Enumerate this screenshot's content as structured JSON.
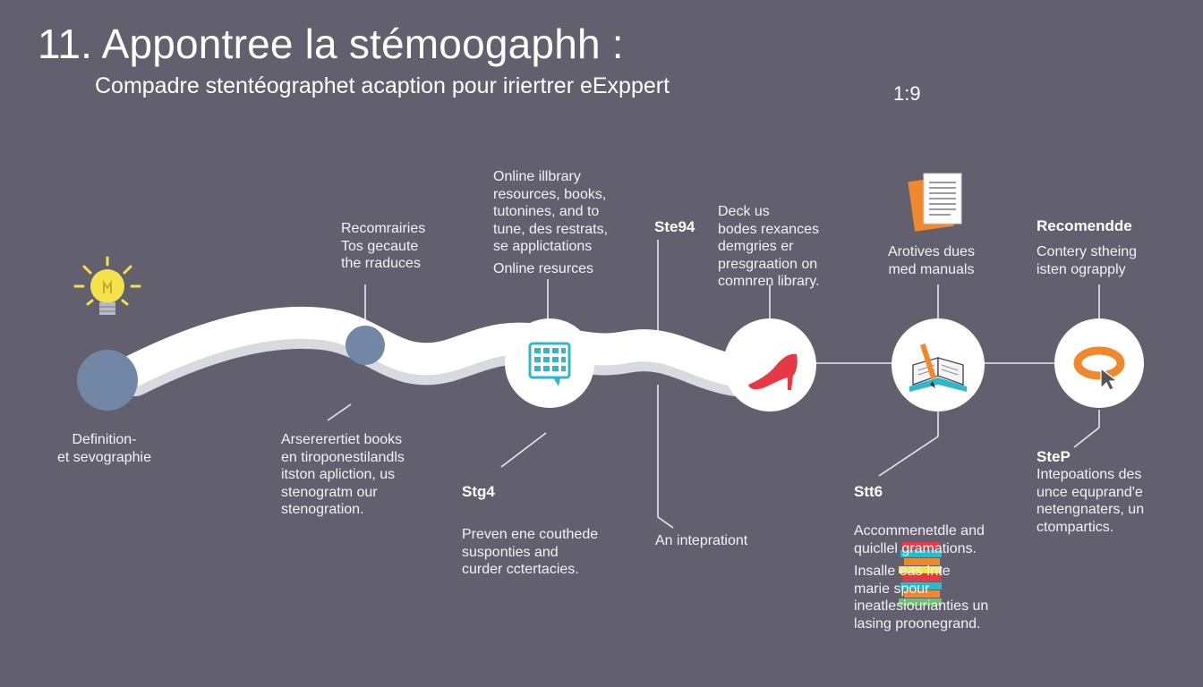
{
  "header": {
    "title": "11. Appontree la stémoogaphh :",
    "subtitle": "Compadre stentéographet acaption pour iriertrer eExppert",
    "ratio": "1:9"
  },
  "labels": {
    "definition": [
      "Definition-",
      "et sevographie"
    ],
    "recommend_top": [
      "Recomrairies",
      "",
      "Tos gecaute",
      "the rraduces"
    ],
    "recommend_bottom": [
      "Arsererertiet books",
      "en tiroponestilandls",
      "itston apliction, us",
      "stenogratm our",
      "stenogration."
    ],
    "online_top": [
      "Online illbrary",
      "resources, books,",
      "tutonines, and to",
      "tune, des restrats,",
      "se applictations"
    ],
    "online_resources": "Online resurces",
    "step_a": "Stg4",
    "preven": [
      "Preven ene couthede",
      "",
      "susponties and",
      "curder cctertacies."
    ],
    "step_b": "Ste94",
    "deck": [
      "Deck us",
      "bodes rexances",
      "demgries er",
      "presgraation on",
      "comnren library."
    ],
    "integration": "An inteprationt",
    "archives": [
      "Arotives dues",
      "med manuals"
    ],
    "step_c": "Stt6",
    "accomm": [
      "Accommenetdle and",
      "quicllel  gramations.",
      "Insalle       eas Inte",
      "marie         spour",
      "ineatlesiourianties un",
      "lasing proonegrand."
    ],
    "recommendde": "Recomendde",
    "contery": [
      "Contery stheing",
      "isten ograpply"
    ],
    "step_d": "SteP",
    "integ": [
      "Intepoations des",
      "unce equprand'e",
      "netengnaters, un",
      "ctompartics."
    ]
  },
  "icons": {
    "start": "lightbulb-icon",
    "node1": "dot-icon",
    "node2": "chat-grid-icon",
    "node3": "high-heel-icon",
    "node4": "open-book-pencil-icon",
    "node5": "ring-cursor-icon",
    "top_decor": "notebook-icon",
    "bottom_decor": "book-stack-icon"
  },
  "colors": {
    "background": "#62606f",
    "path": "#ffffff",
    "node_fill": "#ffffff",
    "dot": "#7287a6",
    "bulb": "#f4e24a",
    "teal": "#2fb8c9",
    "red": "#e63946",
    "orange": "#f0892e"
  }
}
